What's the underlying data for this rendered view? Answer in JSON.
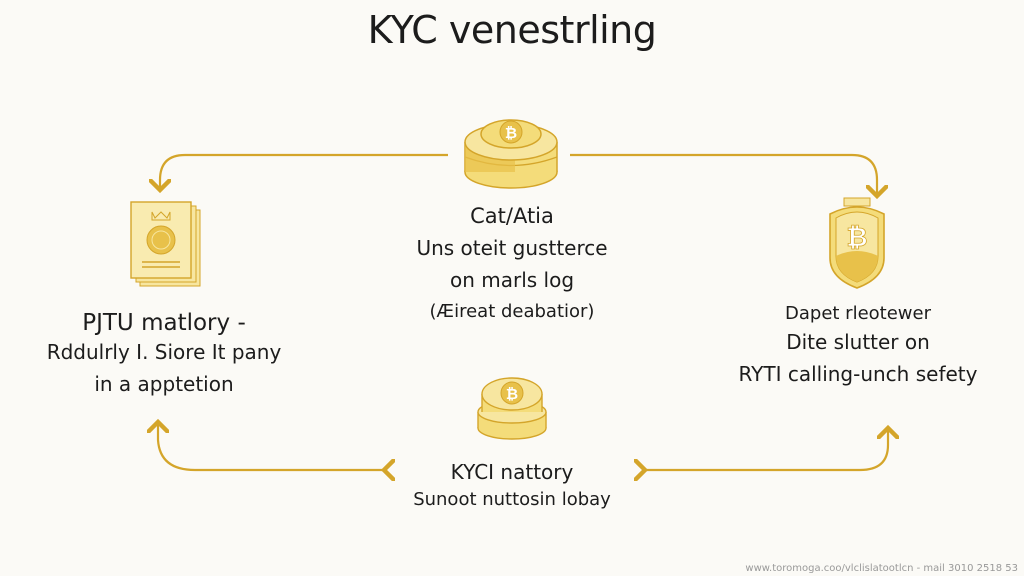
{
  "title": "KYC venestrling",
  "colors": {
    "accent": "#d4a52a",
    "gold_light": "#f4dc7a",
    "gold_mid": "#e8c14a",
    "background": "#fbfaf6"
  },
  "center_node": {
    "heading": "Cat/Atia",
    "lines": [
      "Uns oteit gustterce",
      "on marls log",
      "(Æireat deabatior)"
    ],
    "icon": "coin-stack-icon"
  },
  "left_node": {
    "heading": "PJTU matlory -",
    "lines": [
      "Rddulrly I. Siore It pany",
      "in a apptetion"
    ],
    "icon": "document-stack-icon"
  },
  "right_node": {
    "heading": "Dapet rleotewer",
    "lines": [
      "Dite slutter on",
      "RYTI calling-unch sefety"
    ],
    "icon": "shield-coin-icon"
  },
  "bottom_node": {
    "heading": "KYCI nattory",
    "lines": [
      "Sunoot nuttosin lobay"
    ],
    "icon": "coin-stack-icon"
  },
  "footer": "www.toromoga.coo/vlclislatootlcn - mail 3010 2518 53"
}
